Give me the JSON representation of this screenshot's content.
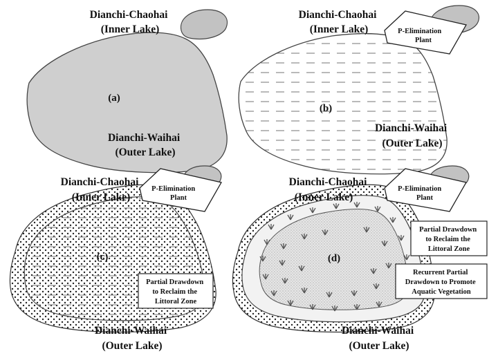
{
  "panels": {
    "a": {
      "tag": "(a)",
      "inner_lake": [
        "Dianchi-Chaohai",
        "(Inner Lake)"
      ],
      "outer_lake": [
        "Dianchi-Waihai",
        "(Outer Lake)"
      ]
    },
    "b": {
      "tag": "(b)",
      "inner_lake": [
        "Dianchi-Chaohai",
        "(Inner Lake)"
      ],
      "outer_lake": [
        "Dianchi-Waihai",
        "(Outer Lake)"
      ],
      "plant": [
        "P-Elimination",
        "Plant"
      ]
    },
    "c": {
      "tag": "(c)",
      "inner_lake": [
        "Dianchi-Chaohai",
        "(Inner Lake)"
      ],
      "outer_lake": [
        "Dianchi-Waihai",
        "(Outer Lake)"
      ],
      "plant": [
        "P-Elimination",
        "Plant"
      ],
      "note": [
        "Partial Drawdown",
        "to Reclaim the",
        "Littoral Zone"
      ]
    },
    "d": {
      "tag": "(d)",
      "inner_lake": [
        "Dianchi-Chaohai",
        "(Inner Lake)"
      ],
      "outer_lake": [
        "Dianchi-Waihai",
        "(Outer Lake)"
      ],
      "plant": [
        "P-Elimination",
        "Plant"
      ],
      "note1": [
        "Partial Drawdown",
        "to Reclaim the",
        "Littoral Zone"
      ],
      "note2": [
        "Recurrent Partial",
        "Drawdown to Promote",
        "Aquatic Vegetation"
      ]
    }
  },
  "colors": {
    "lake_fill": "#cfcfcf",
    "inner_lake_fill": "#c2c2c2",
    "outline": "#444444",
    "dash": "#8a8a8a",
    "plant_mark": "#555555"
  }
}
